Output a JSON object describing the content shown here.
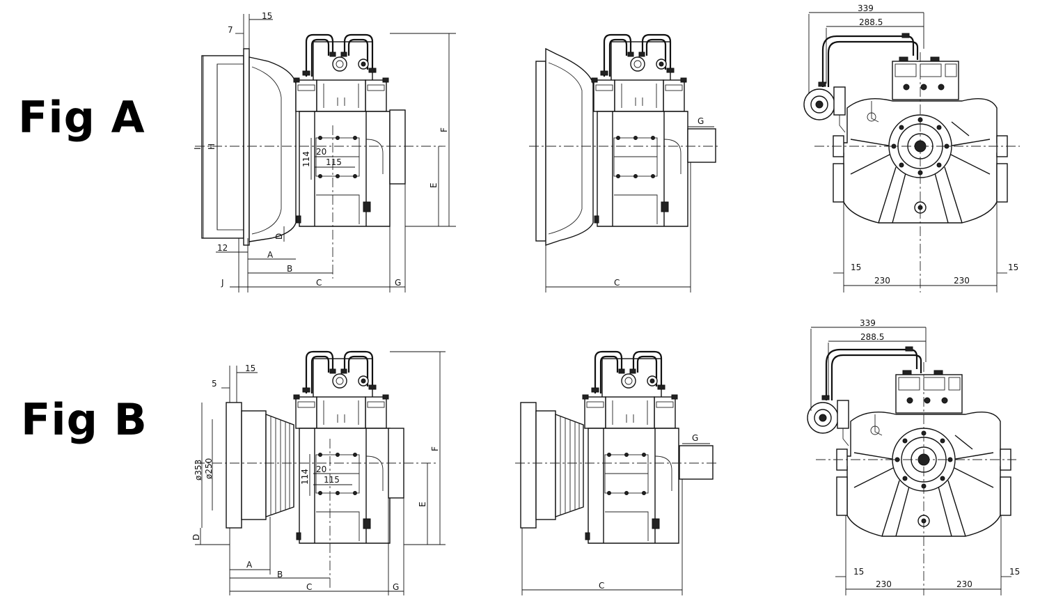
{
  "figures": [
    {
      "id": "A",
      "label": "Fig A",
      "side_view_left": {
        "dims": {
          "top_15": "15",
          "top_7": "7",
          "I": "I",
          "H": "H",
          "d_20": "20",
          "d_114": "114",
          "d_115": "115",
          "F": "F",
          "E": "E",
          "D": "D",
          "d_12": "12",
          "A": "A",
          "B": "B",
          "J": "J",
          "C": "C",
          "G": "G"
        }
      },
      "side_view_right": {
        "dims": {
          "G": "G",
          "C": "C"
        }
      },
      "front_view": {
        "dims": {
          "d_339": "339",
          "d_288_5": "288.5",
          "left_15": "15",
          "right_15": "15",
          "left_230": "230",
          "right_230": "230"
        }
      }
    },
    {
      "id": "B",
      "label": "Fig B",
      "side_view_left": {
        "dims": {
          "top_15": "15",
          "top_5": "5",
          "d_353": "ø353",
          "d_250": "ø250",
          "d_20": "20",
          "d_114": "114",
          "d_115": "115",
          "F": "F",
          "E": "E",
          "D": "D",
          "A": "A",
          "B": "B",
          "C": "C",
          "G": "G"
        }
      },
      "side_view_right": {
        "dims": {
          "G": "G",
          "C": "C"
        }
      },
      "front_view": {
        "dims": {
          "d_339": "339",
          "d_288_5": "288.5",
          "left_15": "15",
          "right_15": "15",
          "left_230": "230",
          "right_230": "230"
        }
      }
    }
  ]
}
